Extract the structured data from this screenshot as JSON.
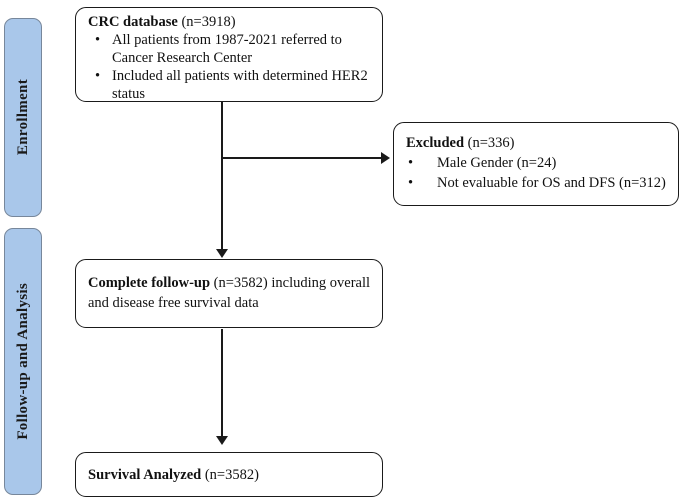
{
  "glyphs": {
    "bullet": "•"
  },
  "colors": {
    "sidebar_fill": "#a9c7ea",
    "sidebar_border": "#77879b",
    "box_border": "#1a1a1a",
    "arrow": "#1a1a1a",
    "background": "#ffffff"
  },
  "sidebar": {
    "enrollment_label": "Enrollment",
    "followup_label": "Follow-up and Analysis"
  },
  "boxes": {
    "crc": {
      "title": "CRC database",
      "note": " (n=3918)",
      "bullets": [
        "All patients from 1987-2021 referred to Cancer Research Center",
        "Included all patients with determined HER2 status"
      ]
    },
    "excluded": {
      "title": "Excluded",
      "note": " (n=336)",
      "bullets": [
        "Male Gender (n=24)",
        "Not evaluable for OS and DFS (n=312)"
      ]
    },
    "followup": {
      "title": "Complete follow-up",
      "note": " (n=3582) including overall and disease free survival data"
    },
    "survival": {
      "title": "Survival Analyzed",
      "note": " (n=3582)"
    }
  }
}
